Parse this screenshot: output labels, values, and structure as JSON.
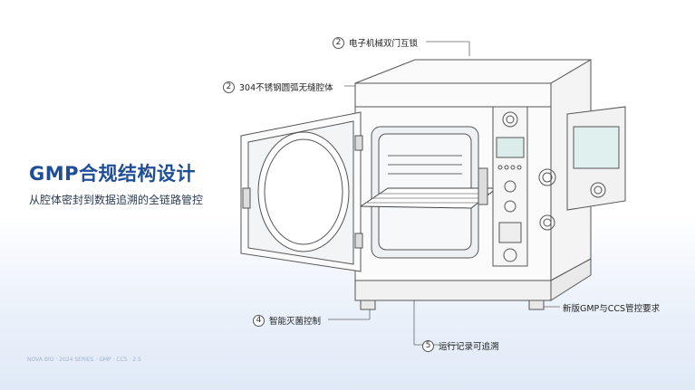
{
  "heading": {
    "title": "GMP合规结构设计",
    "subtitle": "从腔体密封到数据追溯的全链路管控"
  },
  "callouts": [
    {
      "num": "2",
      "label": "电子机械双门互锁"
    },
    {
      "num": "2",
      "label": "304不锈钢圆弧无缝腔体"
    },
    {
      "num": "",
      "label": "新版GMP与CCS管控要求"
    },
    {
      "num": "4",
      "label": "智能灭菌控制"
    },
    {
      "num": "5",
      "label": "运行记录可追溯"
    }
  ],
  "watermark": "NOVA BIO · 2024 SERIES · GMP · CCS · 2.5",
  "colors": {
    "title": "#1f4e96",
    "line": "#555555",
    "screen": "#2f8f8f"
  }
}
